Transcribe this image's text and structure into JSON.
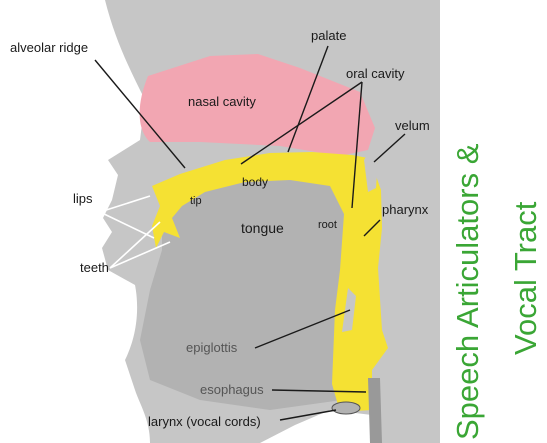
{
  "labels": {
    "alveolar_ridge": "alveolar ridge",
    "palate": "palate",
    "nasal_cavity": "nasal cavity",
    "oral_cavity": "oral cavity",
    "velum": "velum",
    "lips": "lips",
    "tip": "tip",
    "body": "body",
    "tongue": "tongue",
    "root": "root",
    "pharynx": "pharynx",
    "teeth": "teeth",
    "epiglottis": "epiglottis",
    "esophagus": "esophagus",
    "larynx": "larynx (vocal cords)"
  },
  "side_title": {
    "line1": "Speech Articulators &",
    "line2": "Vocal Tract"
  },
  "colors": {
    "head": "#c6c6c6",
    "tongue": "#b2b2b2",
    "nasal_cavity": "#f2a6b2",
    "vocal_tract": "#f5e133",
    "title": "#3aa635"
  }
}
